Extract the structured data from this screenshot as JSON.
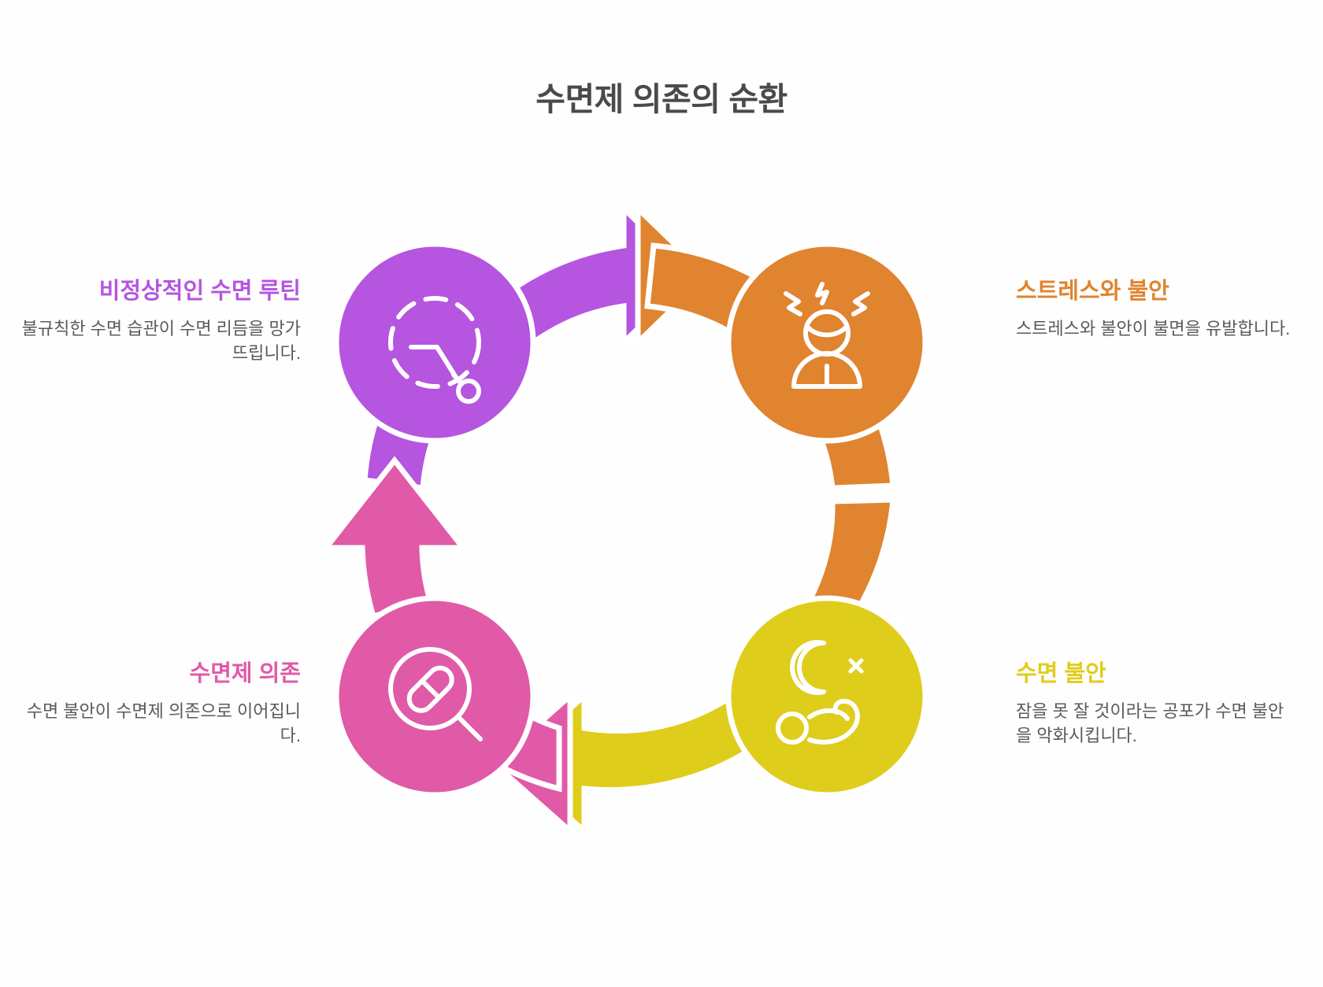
{
  "page": {
    "title": "수면제 의존의 순환",
    "title_color": "#4a4a4a",
    "background": "#fefefe"
  },
  "colors": {
    "purple": "#b555e0",
    "orange": "#e08430",
    "yellow": "#dfcd1b",
    "pink": "#e05aa8",
    "text_gray": "#5a5a5a"
  },
  "nodes": [
    {
      "id": "abnormal-sleep-routine",
      "position": "top-left",
      "title": "비정상적인 수면 루틴",
      "description": "불규칙한 수면 습관이 수면 리듬을 망가뜨립니다.",
      "color": "#b555e0",
      "icon": "clock-icon"
    },
    {
      "id": "stress-and-anxiety",
      "position": "top-right",
      "title": "스트레스와 불안",
      "description": "스트레스와 불안이 불면을 유발합니다.",
      "color": "#e08430",
      "icon": "stressed-person-icon"
    },
    {
      "id": "sleep-anxiety",
      "position": "bottom-right",
      "title": "수면 불안",
      "description": "잠을 못 잘 것이라는 공포가 수면 불안을 악화시킵니다.",
      "color": "#dfcd1b",
      "icon": "moon-sleeping-person-icon"
    },
    {
      "id": "sleeping-pill-dependence",
      "position": "bottom-left",
      "title": "수면제 의존",
      "description": "수면 불안이 수면제 의존으로 이어집니다.",
      "color": "#e05aa8",
      "icon": "pill-magnifier-icon"
    }
  ],
  "arrows": [
    {
      "id": "arrow-purple-to-orange",
      "from": "abnormal-sleep-routine",
      "to": "stress-and-anxiety",
      "color": "#b555e0"
    },
    {
      "id": "arrow-orange-to-yellow",
      "from": "stress-and-anxiety",
      "to": "sleep-anxiety",
      "color": "#e08430"
    },
    {
      "id": "arrow-yellow-to-pink",
      "from": "sleep-anxiety",
      "to": "sleeping-pill-dependence",
      "color": "#dfcd1b"
    },
    {
      "id": "arrow-pink-to-purple",
      "from": "sleeping-pill-dependence",
      "to": "abnormal-sleep-routine",
      "color": "#e05aa8"
    }
  ]
}
